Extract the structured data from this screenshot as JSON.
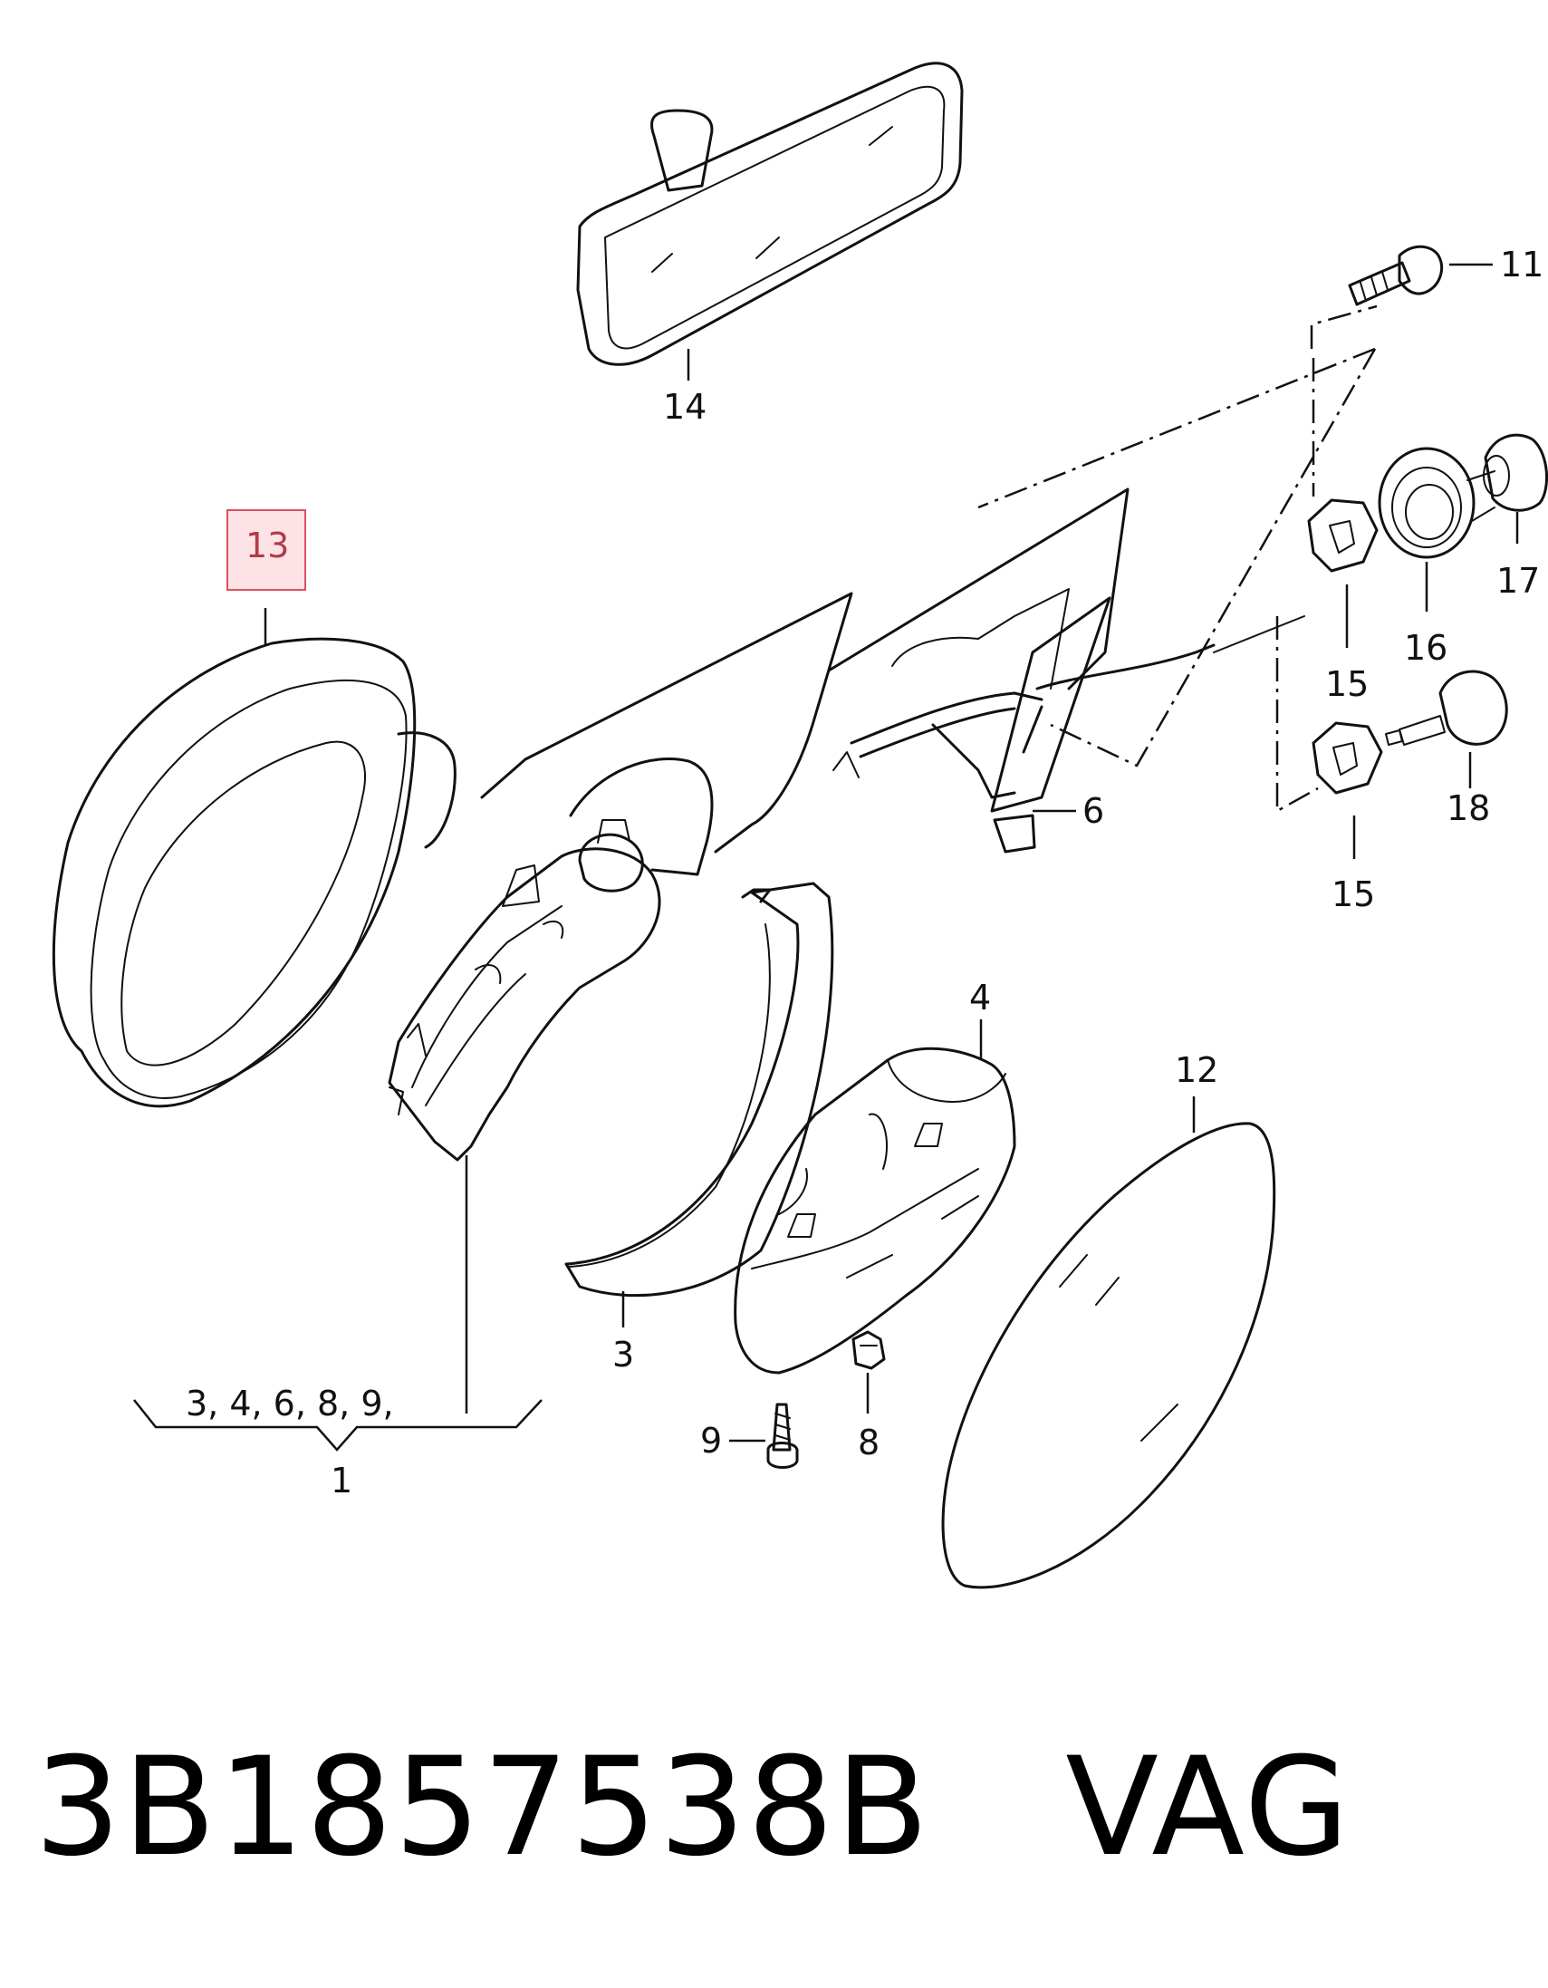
{
  "callouts": {
    "c1": "1",
    "c3": "3",
    "c4": "4",
    "c6": "6",
    "c8": "8",
    "c9": "9",
    "c11": "11",
    "c12": "12",
    "c13": "13",
    "c14": "14",
    "c15a": "15",
    "c15b": "15",
    "c16": "16",
    "c17": "17",
    "c18": "18"
  },
  "group_label": "3,  4,   6,   8,  9,",
  "highlighted_callout": "13",
  "highlight_color": "#d9515f",
  "footer": {
    "part_number": "3B1857538B",
    "brand": "VAG"
  }
}
